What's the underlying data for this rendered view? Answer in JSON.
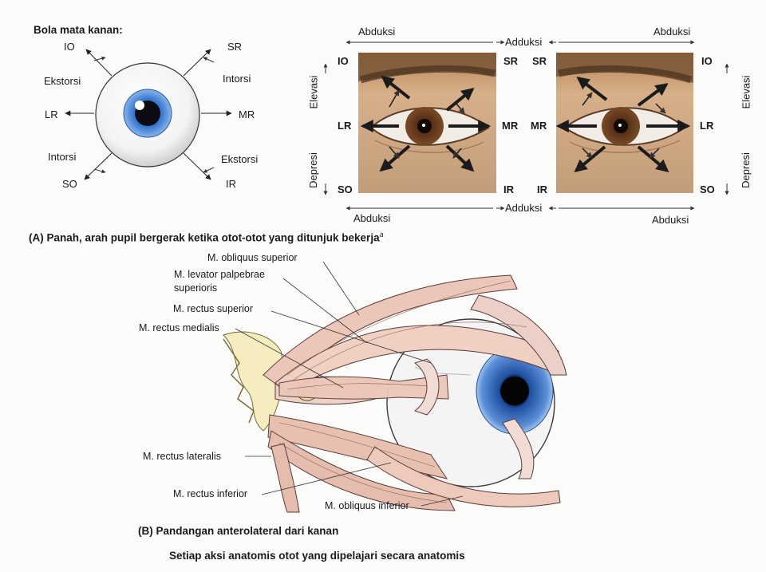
{
  "panel_a": {
    "title": "Bola mata kanan:",
    "schematic": {
      "io": "IO",
      "sr": "SR",
      "lr": "LR",
      "mr": "MR",
      "so": "SO",
      "ir": "IR",
      "ekstorsi_top": "Ekstorsi",
      "intorsi_top": "Intorsi",
      "intorsi_bottom": "Intorsi",
      "ekstorsi_bottom": "Ekstorsi"
    },
    "photos": {
      "abduksi_top_left": "Abduksi",
      "adduksi_top": "Adduksi",
      "abduksi_top_right": "Abduksi",
      "abduksi_bottom_left": "Abduksi",
      "adduksi_bottom": "Adduksi",
      "abduksi_bottom_right": "Abduksi",
      "elevasi_left": "Elevasi",
      "depresi_left": "Depresi",
      "elevasi_right": "Elevasi",
      "depresi_right": "Depresi",
      "left": {
        "io": "IO",
        "lr": "LR",
        "so": "SO",
        "sr": "SR",
        "mr": "MR",
        "ir": "IR"
      },
      "right": {
        "sr": "SR",
        "mr": "MR",
        "ir": "IR",
        "io": "IO",
        "lr": "LR",
        "so": "SO"
      }
    },
    "caption": "(A)  Panah, arah pupil bergerak ketika otot-otot yang ditunjuk bekerja",
    "caption_sup": "a"
  },
  "panel_b": {
    "labels": {
      "obliquus_superior": "M. obliquus superior",
      "levator_1": "M. levator palpebrae",
      "levator_2": "superioris",
      "rectus_superior": "M. rectus superior",
      "rectus_medialis": "M. rectus medialis",
      "rectus_lateralis": "M. rectus lateralis",
      "rectus_inferior": "M. rectus inferior",
      "obliquus_inferior": "M. obliquus inferior"
    },
    "caption": "(B)  Pandangan anterolateral dari kanan",
    "footer": "Setiap aksi anatomis otot yang dipelajari secara anatomis"
  },
  "colors": {
    "iris": "#3f78c9",
    "skin": "#c99a72",
    "muscle": "#e8c4b6",
    "brow": "#6b4a30"
  }
}
